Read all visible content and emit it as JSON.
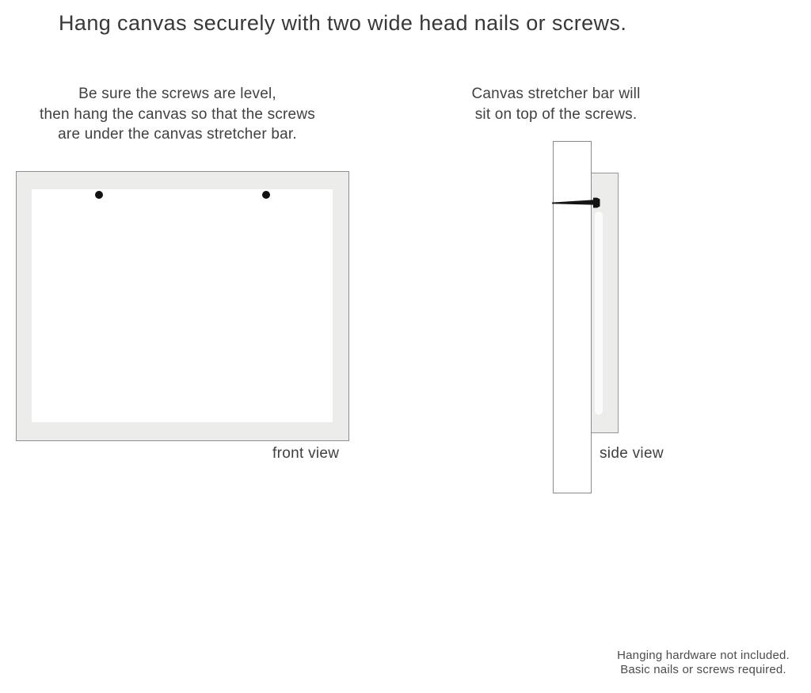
{
  "title": "Hang canvas securely with two wide head nails or screws.",
  "instructions": {
    "front_lines": [
      "Be sure the screws are level,",
      "then hang the canvas so that the screws",
      "are under the canvas stretcher bar."
    ],
    "side_lines": [
      "Canvas stretcher bar will",
      "sit on top of the screws."
    ]
  },
  "diagrams": {
    "front_view": {
      "label": "front view",
      "nail_count": 2
    },
    "side_view": {
      "label": "side view"
    }
  },
  "footer_lines": [
    "Hanging hardware not included.",
    "Basic nails or screws required."
  ],
  "colors": {
    "text_dark": "#383838",
    "text_gray": "#4c4c4c",
    "frame_fill": "#ececeb",
    "frame_border": "#8f8f8f",
    "nail_black": "#141414"
  }
}
